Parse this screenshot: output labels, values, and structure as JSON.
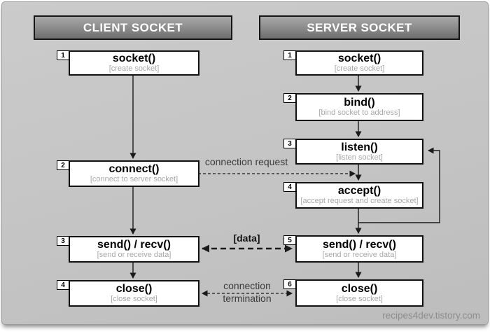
{
  "page": {
    "watermark": "recipes4dev.tistory.com"
  },
  "client": {
    "header": "CLIENT SOCKET",
    "steps": [
      {
        "num": "1",
        "title": "socket()",
        "subtitle": "[create socket]"
      },
      {
        "num": "2",
        "title": "connect()",
        "subtitle": "[connect to server socket]"
      },
      {
        "num": "3",
        "title": "send() / recv()",
        "subtitle": "[send or receive data]"
      },
      {
        "num": "4",
        "title": "close()",
        "subtitle": "[close socket]"
      }
    ]
  },
  "server": {
    "header": "SERVER SOCKET",
    "steps": [
      {
        "num": "1",
        "title": "socket()",
        "subtitle": "[create socket]"
      },
      {
        "num": "2",
        "title": "bind()",
        "subtitle": "[bind socket to address]"
      },
      {
        "num": "3",
        "title": "listen()",
        "subtitle": "[listen socket]"
      },
      {
        "num": "4",
        "title": "accept()",
        "subtitle": "[accept request and create socket]"
      },
      {
        "num": "5",
        "title": "send() / recv()",
        "subtitle": "[send or receive data]"
      },
      {
        "num": "6",
        "title": "close()",
        "subtitle": "[close socket]"
      }
    ]
  },
  "connectors": {
    "connection_request": "connection request",
    "data": "[data]",
    "termination_line1": "connection",
    "termination_line2": "termination"
  },
  "colors": {
    "card_bg": "#c4c4c4",
    "header_gradient_top": "#a9a9a9",
    "header_gradient_bottom": "#6e6e6e",
    "box_bg": "#ffffff",
    "box_border": "#111111",
    "subtitle_text": "#a8a8a8",
    "arrow": "#1a1a1a",
    "watermark_text": "#8d8d8d"
  }
}
